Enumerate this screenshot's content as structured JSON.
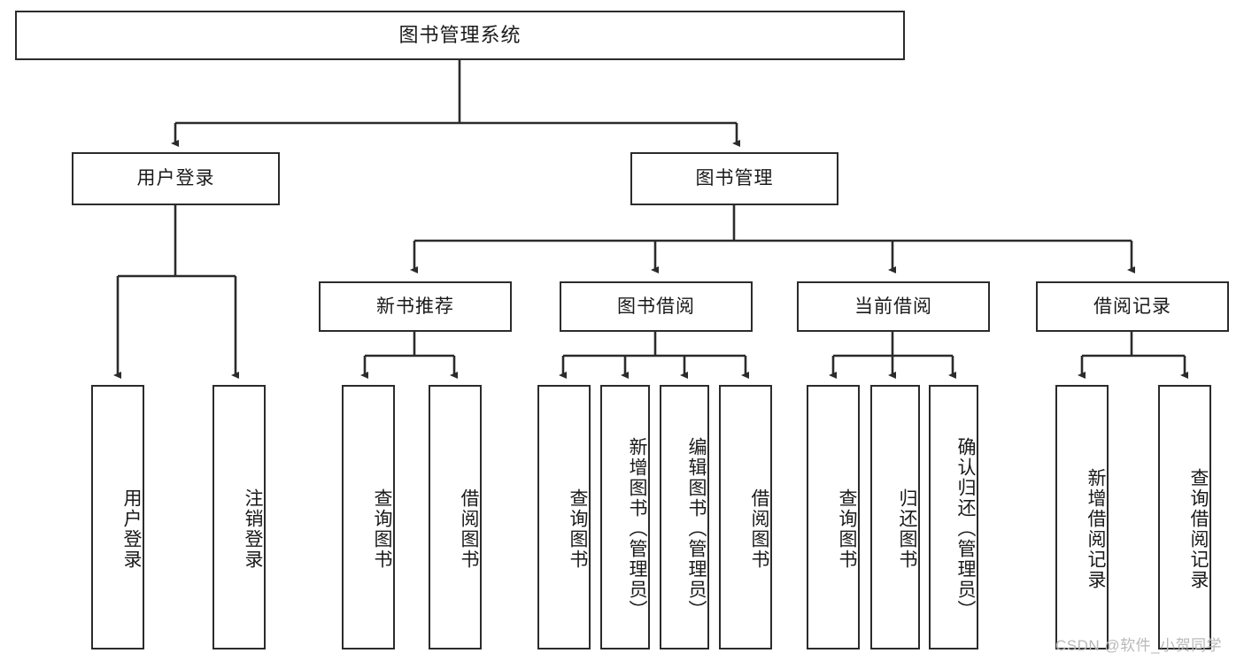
{
  "diagram": {
    "title": "图书管理系统",
    "watermark": "CSDN @软件_小贺同学",
    "line_color": "#2b2b2b",
    "box_fill": "#ffffff",
    "text_color": "#1a1a1a",
    "root": {
      "label": "图书管理系统"
    },
    "level1": [
      {
        "label": "用户登录"
      },
      {
        "label": "图书管理"
      }
    ],
    "level2": [
      {
        "label": "新书推荐"
      },
      {
        "label": "图书借阅"
      },
      {
        "label": "当前借阅"
      },
      {
        "label": "借阅记录"
      }
    ],
    "leaves": [
      {
        "label": "用户登录",
        "parent": "用户登录"
      },
      {
        "label": "注销登录",
        "parent": "用户登录"
      },
      {
        "label": "查询图书",
        "parent": "新书推荐"
      },
      {
        "label": "借阅图书",
        "parent": "新书推荐"
      },
      {
        "label": "查询图书",
        "parent": "图书借阅"
      },
      {
        "label": "新增图书（管理员）",
        "parent": "图书借阅"
      },
      {
        "label": "编辑图书（管理员）",
        "parent": "图书借阅"
      },
      {
        "label": "借阅图书",
        "parent": "图书借阅"
      },
      {
        "label": "查询图书",
        "parent": "当前借阅"
      },
      {
        "label": "归还图书",
        "parent": "当前借阅"
      },
      {
        "label": "确认归还（管理员）",
        "parent": "当前借阅"
      },
      {
        "label": "新增借阅记录",
        "parent": "借阅记录"
      },
      {
        "label": "查询借阅记录",
        "parent": "借阅记录"
      }
    ]
  }
}
